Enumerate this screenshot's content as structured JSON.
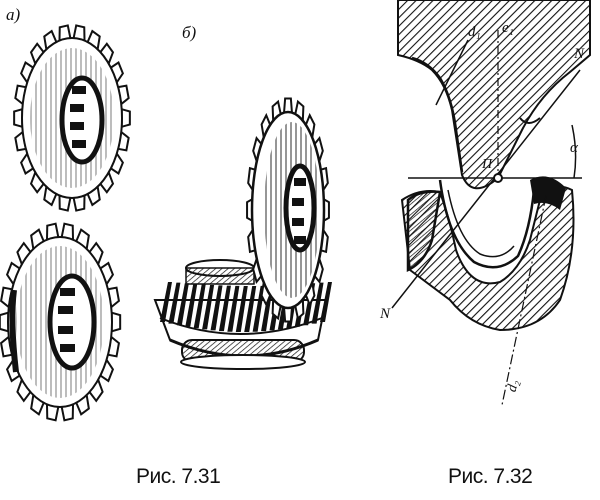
{
  "figure_731": {
    "label_a": "а)",
    "label_b": "б)",
    "caption": "Рис. 7.31"
  },
  "figure_732": {
    "line_d1": "d₁",
    "line_e1": "e₁",
    "line_n_top": "N",
    "line_n_bottom": "N",
    "pole": "П",
    "angle": "α",
    "line_d2": "d₂",
    "caption": "Рис. 7.32"
  },
  "colors": {
    "ink": "#111111",
    "paper": "#ffffff"
  }
}
